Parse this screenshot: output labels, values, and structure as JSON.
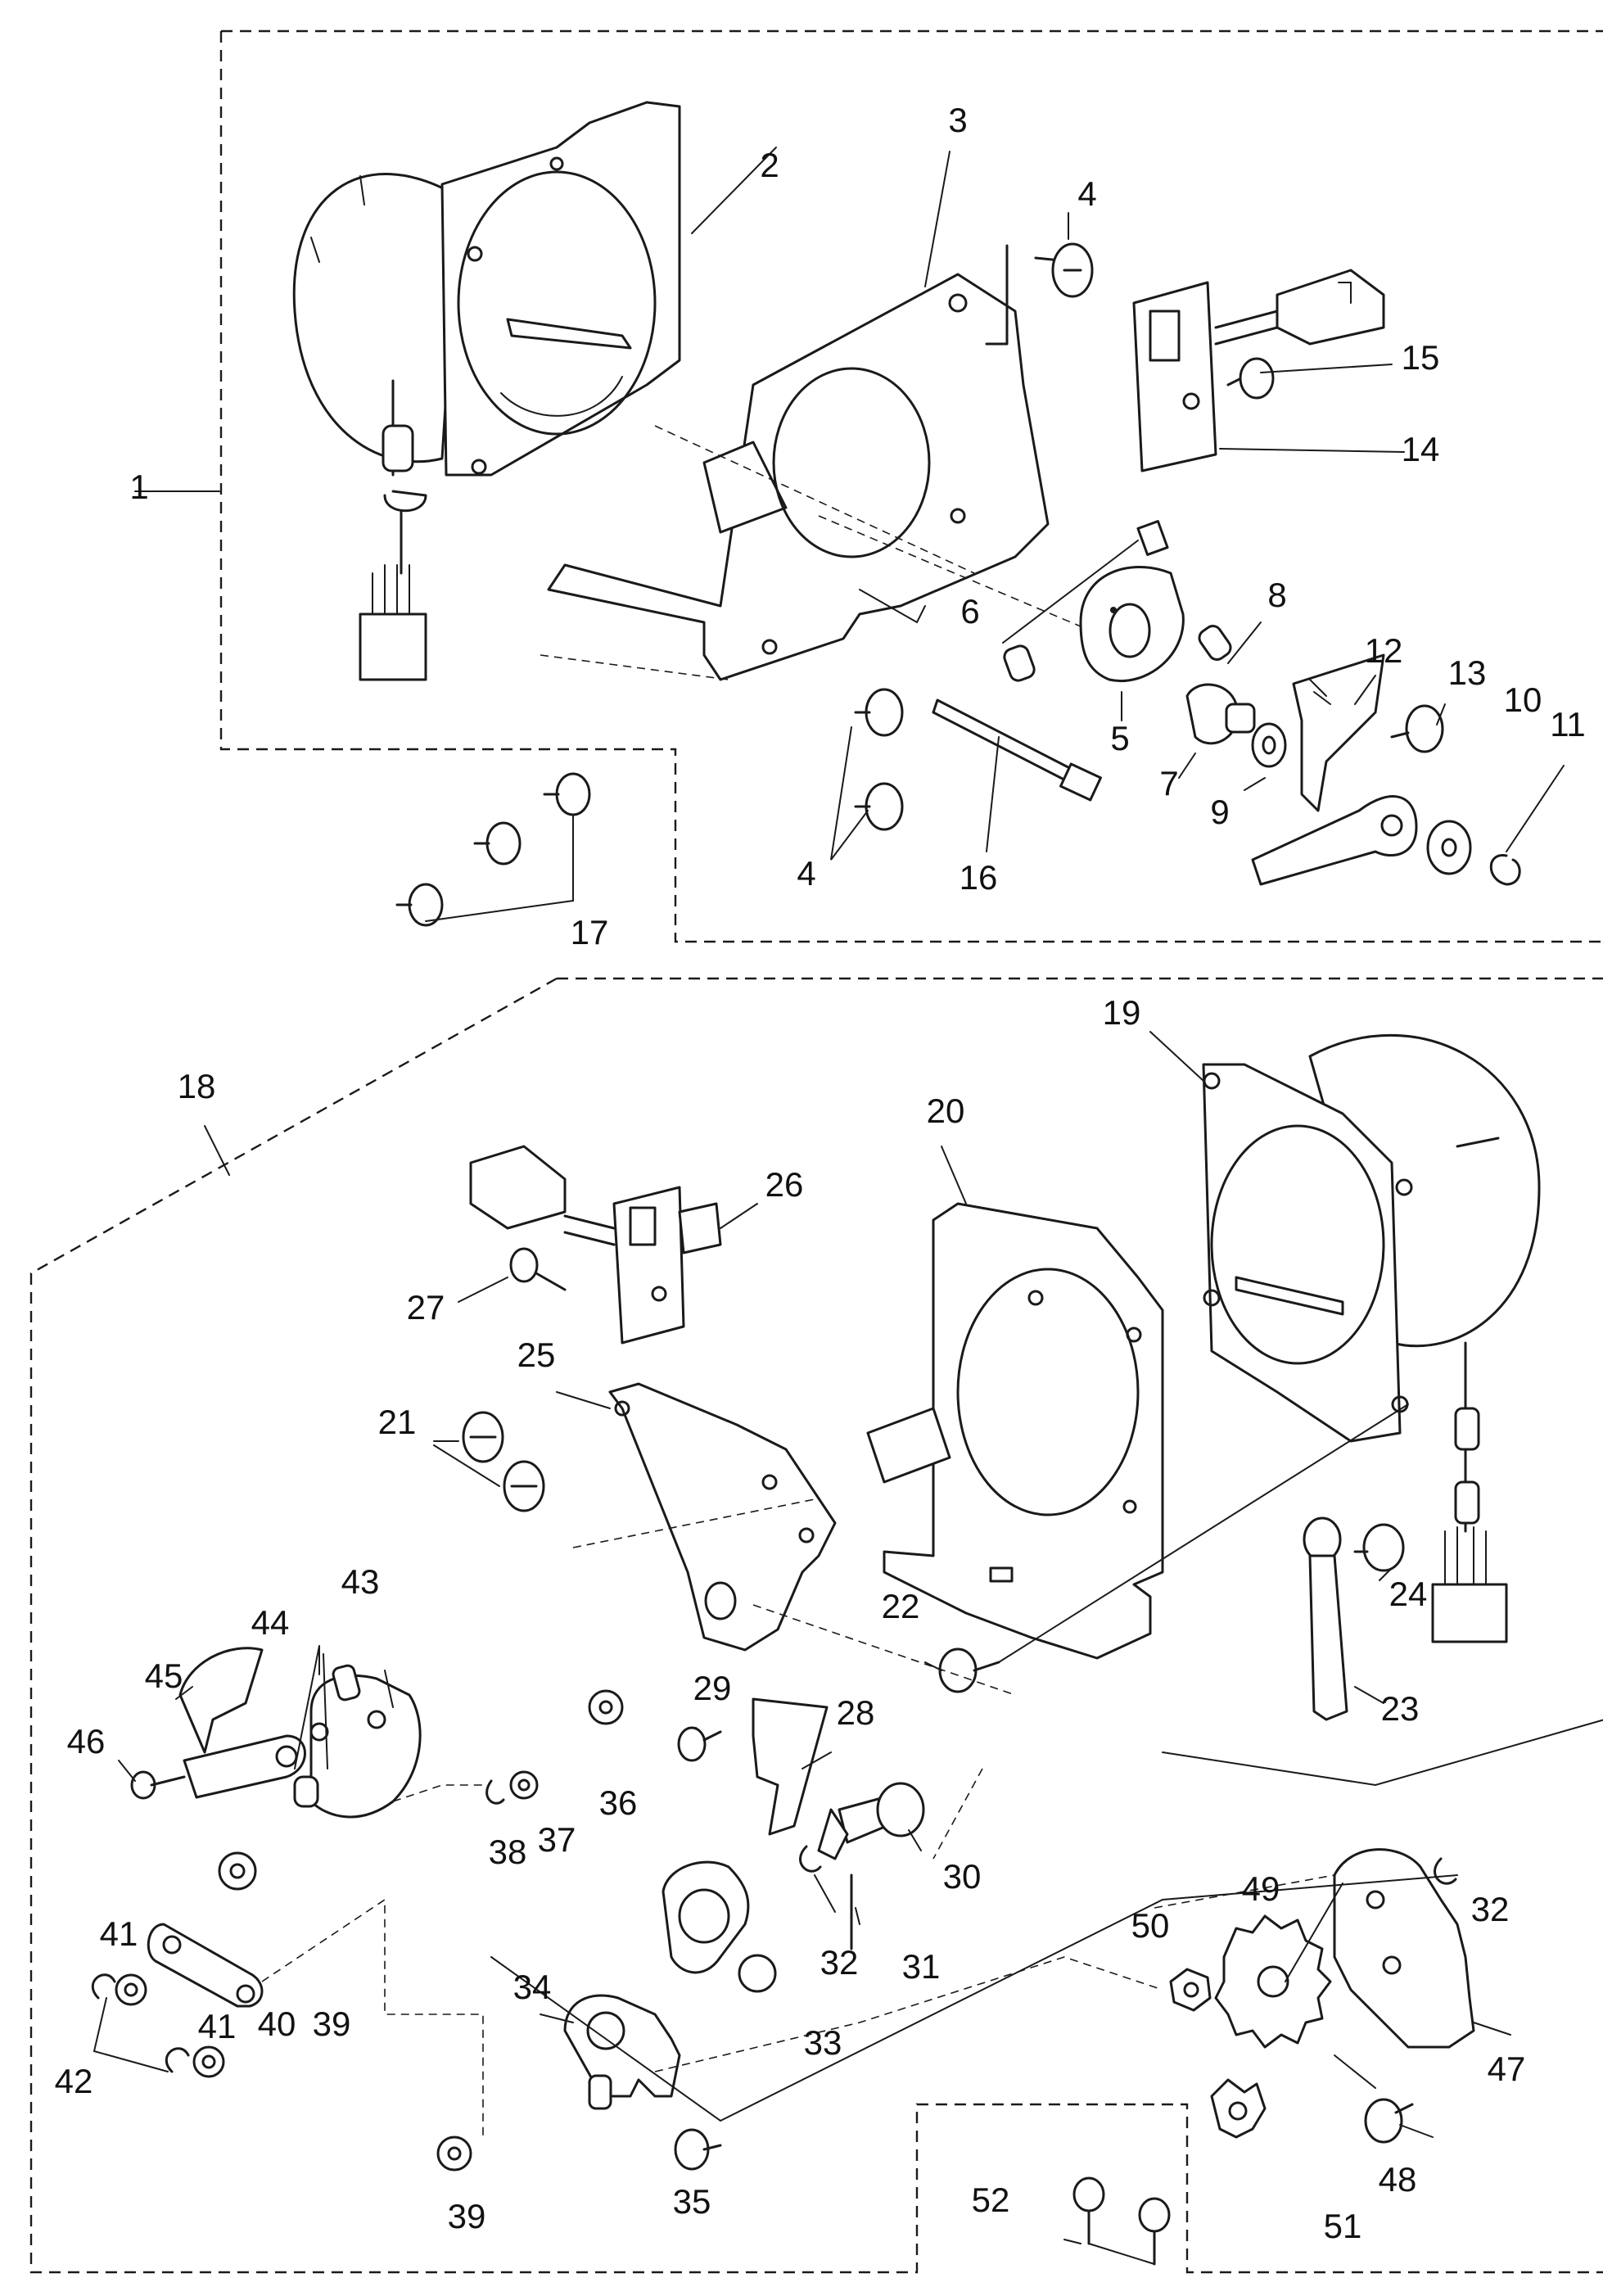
{
  "diagram": {
    "callouts": {
      "c1": "1",
      "c2": "2",
      "c3": "3",
      "c4a": "4",
      "c4b": "4",
      "c5": "5",
      "c6": "6",
      "c7": "7",
      "c8": "8",
      "c9": "9",
      "c10": "10",
      "c11": "11",
      "c12": "12",
      "c13": "13",
      "c14": "14",
      "c15": "15",
      "c16": "16",
      "c17": "17",
      "c18": "18",
      "c19": "19",
      "c20": "20",
      "c21": "21",
      "c22": "22",
      "c23": "23",
      "c24": "24",
      "c25": "25",
      "c26": "26",
      "c27": "27",
      "c28": "28",
      "c29": "29",
      "c30": "30",
      "c31": "31",
      "c32a": "32",
      "c32b": "32",
      "c33": "33",
      "c34": "34",
      "c35": "35",
      "c36": "36",
      "c37": "37",
      "c38": "38",
      "c39a": "39",
      "c39b": "39",
      "c40": "40",
      "c41a": "41",
      "c41b": "41",
      "c42": "42",
      "c43": "43",
      "c44": "44",
      "c45": "45",
      "c46": "46",
      "c47": "47",
      "c48": "48",
      "c49": "49",
      "c50": "50",
      "c51": "51",
      "c52": "52"
    }
  }
}
